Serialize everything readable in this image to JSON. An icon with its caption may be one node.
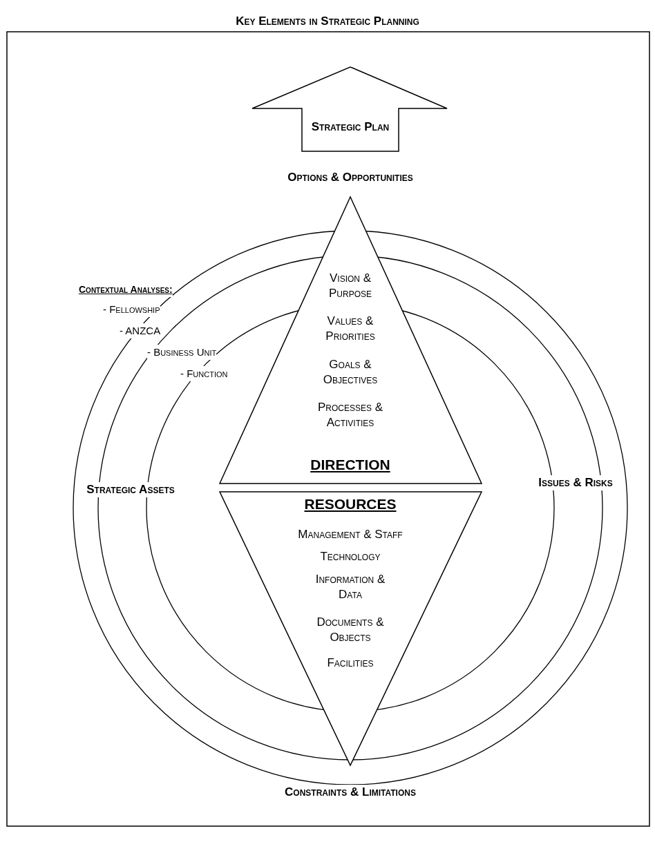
{
  "diagram": {
    "title": "Key Elements in Strategic Planning",
    "nodes": [
      {
        "text": [
          "Strategic Plan"
        ]
      },
      {
        "text": [
          "Vision & Purpose",
          "Values & Priorities",
          "Goals & Objectives",
          "Processes & Activities",
          "DIRECTION"
        ]
      },
      {
        "text": [
          "RESOURCES",
          "Management & Staff",
          "Technology",
          "Information & Data",
          "Documents & Objects",
          "Facilities"
        ]
      }
    ],
    "labels": [
      "Options & Opportunities",
      "Contextual Analyses:",
      "- Fellowship",
      "- ANZCA",
      "- Business Unit",
      "- Function",
      "Strategic Assets",
      "Issues & Risks",
      "Constraints & Limitations"
    ]
  }
}
